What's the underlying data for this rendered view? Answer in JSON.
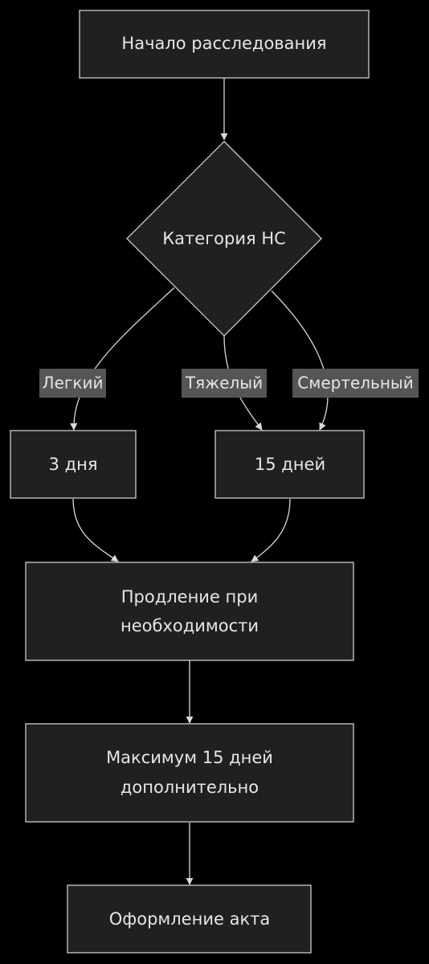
{
  "nodes": {
    "start": "Начало расследования",
    "decision": "Категория НС",
    "three_days": "3 дня",
    "fifteen_days": "15 дней",
    "extension_line1": "Продление при",
    "extension_line2": "необходимости",
    "max_line1": "Максимум 15 дней",
    "max_line2": "дополнительно",
    "act": "Оформление акта"
  },
  "edge_labels": {
    "light": "Легкий",
    "severe": "Тяжелый",
    "fatal": "Смертельный"
  },
  "colors": {
    "background": "#000000",
    "node_fill": "#1f2020",
    "node_stroke": "#cccccc",
    "text": "#e6e6e6",
    "label_bg": "#555555"
  }
}
